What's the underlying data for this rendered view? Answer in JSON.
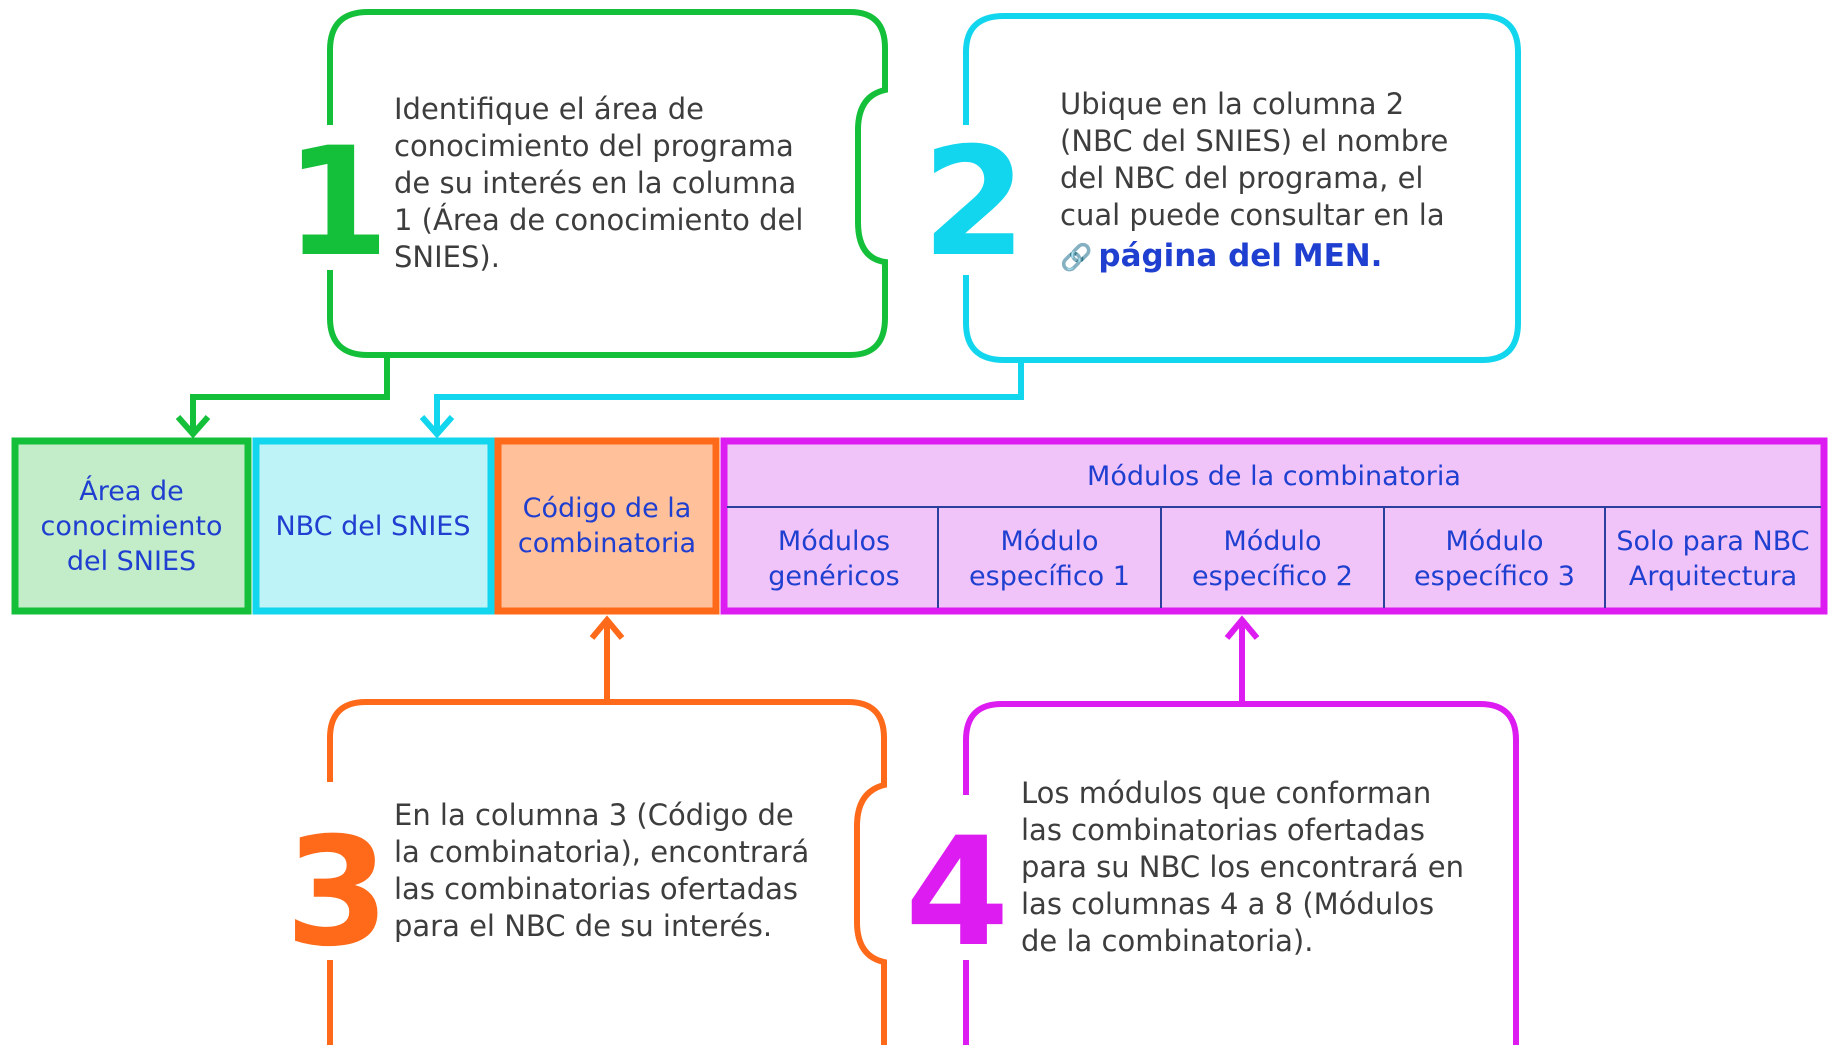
{
  "colors": {
    "green": "#14c03a",
    "cyan": "#12d6ee",
    "orange": "#ff6a1a",
    "magenta": "#dc1cf0",
    "header_text": "#1f3fd0"
  },
  "steps": [
    {
      "number": "1",
      "text": "Identifique el área de conocimiento del programa de su interés en la columna 1 (Área de conocimiento del SNIES)."
    },
    {
      "number": "2",
      "text": "Ubique en la columna 2 (NBC del SNIES) el nombre del NBC del programa, el cual puede consultar en la",
      "link_label": "página del MEN.",
      "link_icon": "link-icon"
    },
    {
      "number": "3",
      "text": "En la columna 3 (Código de la combinatoria), encontrará las combinatorias ofertadas para el NBC de su interés."
    },
    {
      "number": "4",
      "text": "Los módulos que conforman las combinatorias ofertadas para su NBC los encontrará en las columnas 4 a 8 (Módulos de la combinatoria)."
    }
  ],
  "table_header": {
    "col1": "Área de conocimiento del SNIES",
    "col2": "NBC del SNIES",
    "col3": "Código de la combinatoria",
    "group": "Módulos de la combinatoria",
    "sub": [
      "Módulos genéricos",
      "Módulo específico 1",
      "Módulo específico 2",
      "Módulo específico 3",
      "Solo para NBC Arquitectura"
    ]
  }
}
